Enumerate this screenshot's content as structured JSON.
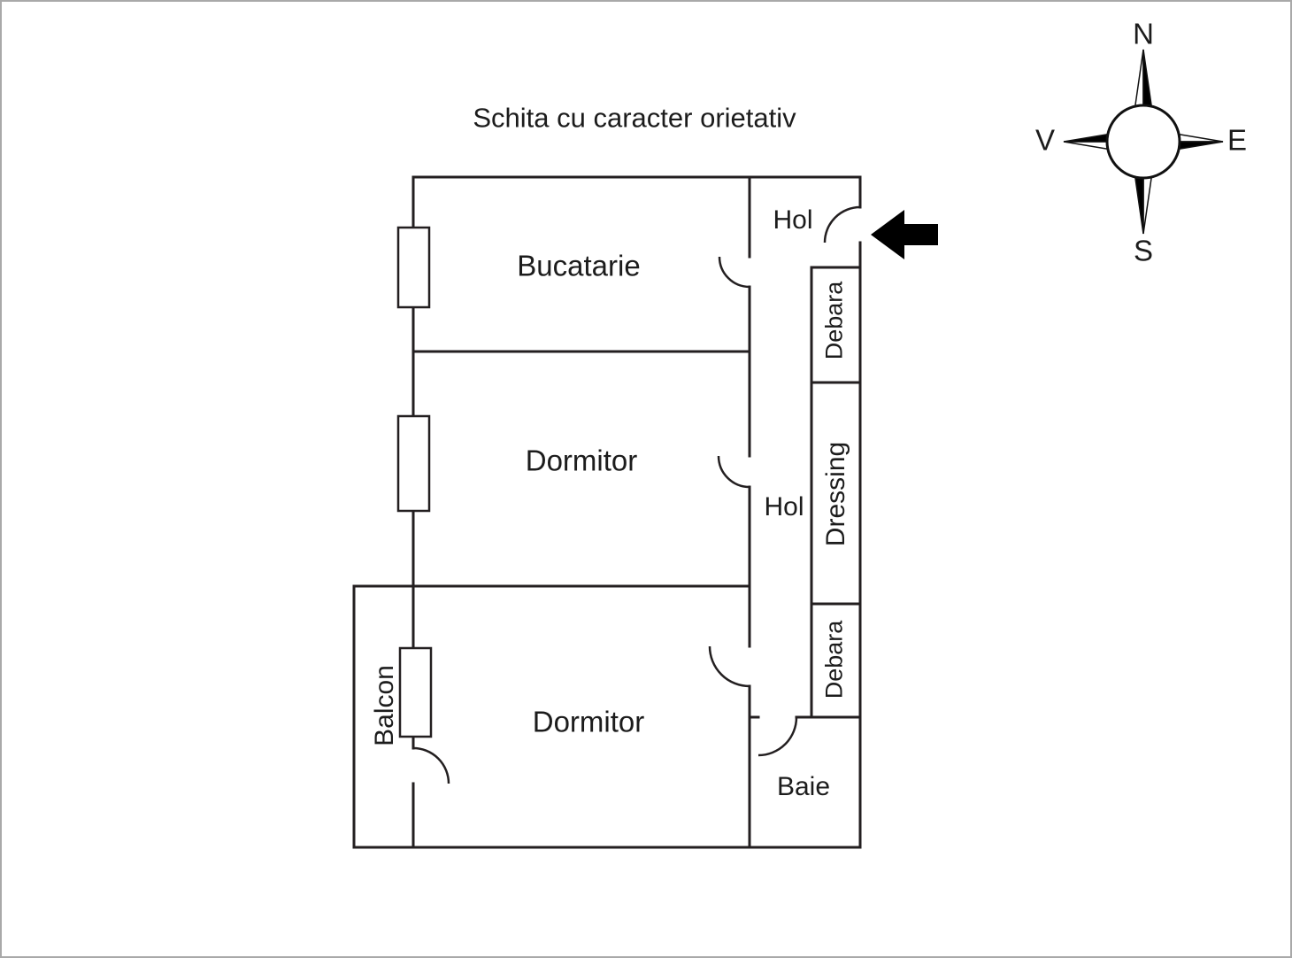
{
  "title": "Schita cu caracter orietativ",
  "compass": {
    "north": "N",
    "east": "E",
    "south": "S",
    "west": "V"
  },
  "rooms": {
    "bucatarie": "Bucatarie",
    "dormitor1": "Dormitor",
    "dormitor2": "Dormitor",
    "hol1": "Hol",
    "hol2": "Hol",
    "debara1": "Debara",
    "dressing": "Dressing",
    "debara2": "Debara",
    "baie": "Baie",
    "balcon": "Balcon"
  },
  "colors": {
    "wall": "#231f20",
    "text": "#1c1c1c",
    "background": "#ffffff",
    "arrow": "#000000"
  },
  "icons": {
    "compass": "compass-rose",
    "entrance": "arrow-pointing-left"
  }
}
